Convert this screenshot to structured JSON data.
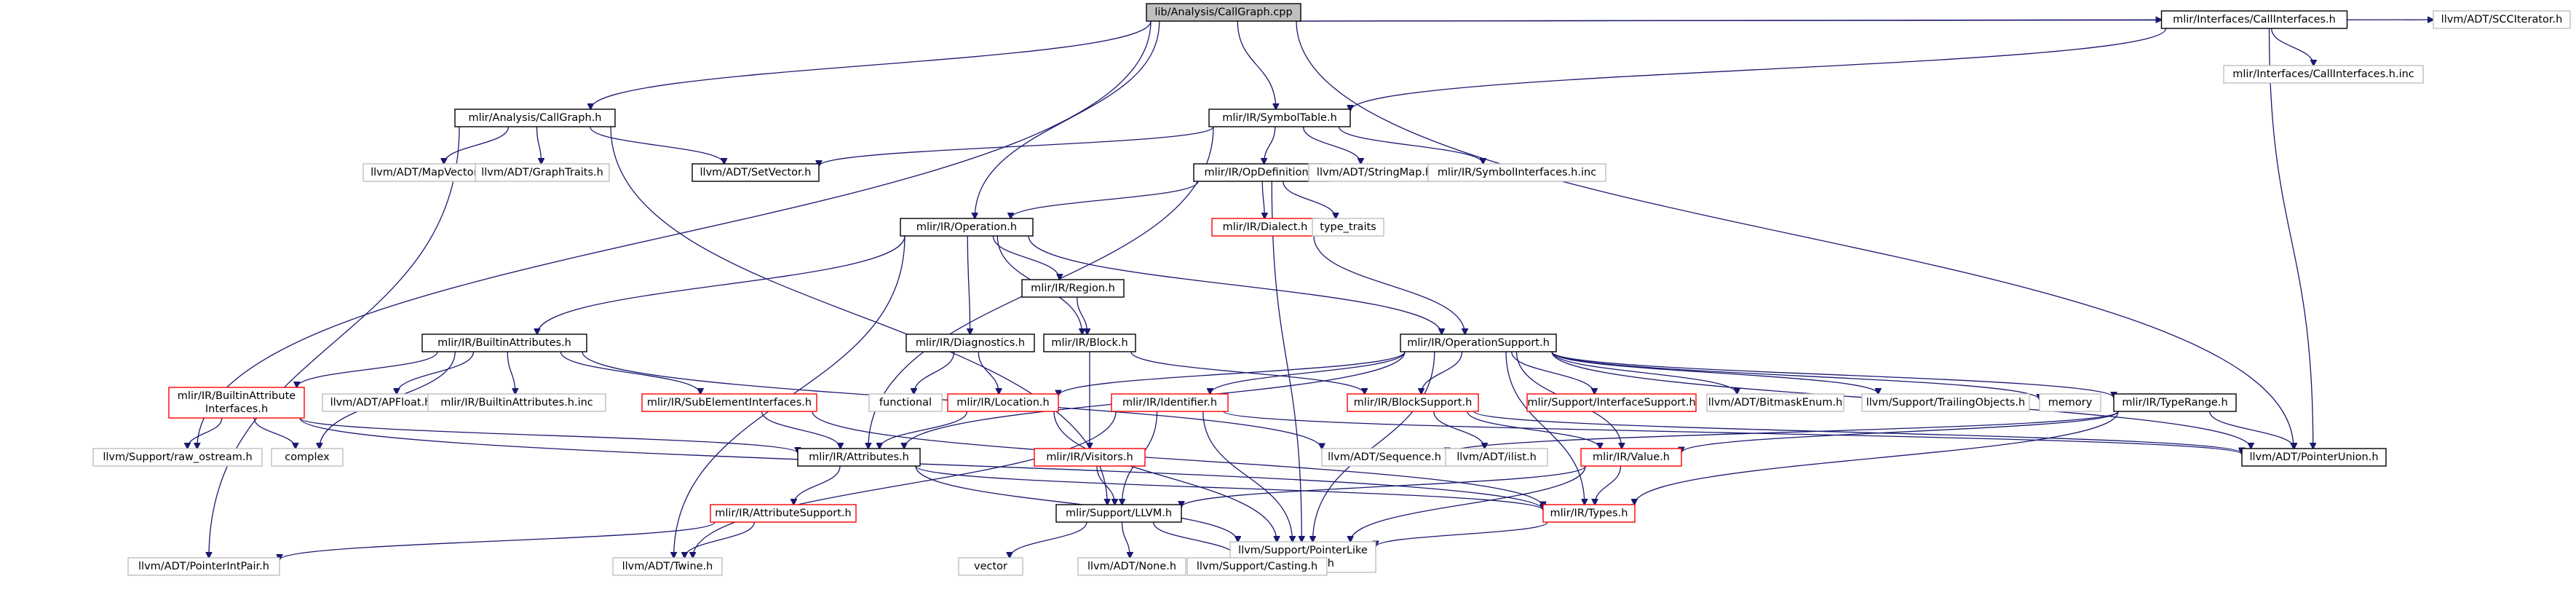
{
  "colors": {
    "edge": "#191970",
    "root_fill": "#bfbfbf",
    "normal_border": "#000000",
    "red_border": "#ff0000",
    "gray_border": "#bfbfbf",
    "gray_text": "#555555"
  },
  "nodes": [
    {
      "id": "root",
      "lines": [
        "lib/Analysis/CallGraph.cpp"
      ],
      "style": "root"
    },
    {
      "id": "analysis_callgraph_h",
      "lines": [
        "mlir/Analysis/CallGraph.h"
      ],
      "style": "normal"
    },
    {
      "id": "raw_ostream",
      "lines": [
        "llvm/Support/raw_ostream.h"
      ],
      "style": "gray"
    },
    {
      "id": "ir_operation_h",
      "lines": [
        "mlir/IR/Operation.h"
      ],
      "style": "normal"
    },
    {
      "id": "ir_symboltable_h",
      "lines": [
        "mlir/IR/SymbolTable.h"
      ],
      "style": "normal"
    },
    {
      "id": "interfaces_callinterfaces_h",
      "lines": [
        "mlir/Interfaces/CallInterfaces.h"
      ],
      "style": "normal"
    },
    {
      "id": "scciterator",
      "lines": [
        "llvm/ADT/SCCIterator.h"
      ],
      "style": "gray"
    },
    {
      "id": "pointerunion",
      "lines": [
        "llvm/ADT/PointerUnion.h"
      ],
      "style": "normal"
    },
    {
      "id": "mapvector",
      "lines": [
        "llvm/ADT/MapVector.h"
      ],
      "style": "gray"
    },
    {
      "id": "graphtraits",
      "lines": [
        "llvm/ADT/GraphTraits.h"
      ],
      "style": "gray"
    },
    {
      "id": "setvector",
      "lines": [
        "llvm/ADT/SetVector.h"
      ],
      "style": "normal"
    },
    {
      "id": "support_llvm_h",
      "lines": [
        "mlir/Support/LLVM.h"
      ],
      "style": "normal"
    },
    {
      "id": "pointerintpair",
      "lines": [
        "llvm/ADT/PointerIntPair.h"
      ],
      "style": "gray"
    },
    {
      "id": "ir_opdefinition_h",
      "lines": [
        "mlir/IR/OpDefinition.h"
      ],
      "style": "normal"
    },
    {
      "id": "stringmap",
      "lines": [
        "llvm/ADT/StringMap.h"
      ],
      "style": "gray"
    },
    {
      "id": "symbolinterfaces_inc",
      "lines": [
        "mlir/IR/SymbolInterfaces.h.inc"
      ],
      "style": "gray"
    },
    {
      "id": "ir_attributes_h",
      "lines": [
        "mlir/IR/Attributes.h"
      ],
      "style": "normal"
    },
    {
      "id": "callinterfaces_inc",
      "lines": [
        "mlir/Interfaces/CallInterfaces.h.inc"
      ],
      "style": "gray"
    },
    {
      "id": "ir_dialect_h",
      "lines": [
        "mlir/IR/Dialect.h"
      ],
      "style": "red"
    },
    {
      "id": "type_traits",
      "lines": [
        "type_traits"
      ],
      "style": "gray"
    },
    {
      "id": "pointerliketypetraits",
      "lines": [
        "llvm/Support/PointerLike",
        "TypeTraits.h"
      ],
      "style": "gray"
    },
    {
      "id": "ir_builtinattributes_h",
      "lines": [
        "mlir/IR/BuiltinAttributes.h"
      ],
      "style": "normal"
    },
    {
      "id": "ir_diagnostics_h",
      "lines": [
        "mlir/IR/Diagnostics.h"
      ],
      "style": "normal"
    },
    {
      "id": "ir_region_h",
      "lines": [
        "mlir/IR/Region.h"
      ],
      "style": "normal"
    },
    {
      "id": "ir_block_h",
      "lines": [
        "mlir/IR/Block.h"
      ],
      "style": "normal"
    },
    {
      "id": "ir_operationsupport_h",
      "lines": [
        "mlir/IR/OperationSupport.h"
      ],
      "style": "normal"
    },
    {
      "id": "twine",
      "lines": [
        "llvm/ADT/Twine.h"
      ],
      "style": "gray"
    },
    {
      "id": "ir_builtinattributeinterfaces_h",
      "lines": [
        "mlir/IR/BuiltinAttribute",
        "Interfaces.h"
      ],
      "style": "red"
    },
    {
      "id": "apfloat",
      "lines": [
        "llvm/ADT/APFloat.h"
      ],
      "style": "gray"
    },
    {
      "id": "builtinattributes_inc",
      "lines": [
        "mlir/IR/BuiltinAttributes.h.inc"
      ],
      "style": "gray"
    },
    {
      "id": "ir_subelementinterfaces_h",
      "lines": [
        "mlir/IR/SubElementInterfaces.h"
      ],
      "style": "red"
    },
    {
      "id": "complex",
      "lines": [
        "complex"
      ],
      "style": "gray"
    },
    {
      "id": "functional",
      "lines": [
        "functional"
      ],
      "style": "gray"
    },
    {
      "id": "ir_location_h",
      "lines": [
        "mlir/IR/Location.h"
      ],
      "style": "red"
    },
    {
      "id": "ir_visitors_h",
      "lines": [
        "mlir/IR/Visitors.h"
      ],
      "style": "red"
    },
    {
      "id": "ir_identifier_h",
      "lines": [
        "mlir/IR/Identifier.h"
      ],
      "style": "red"
    },
    {
      "id": "ir_blocksupport_h",
      "lines": [
        "mlir/IR/BlockSupport.h"
      ],
      "style": "red"
    },
    {
      "id": "interfacesupport_h",
      "lines": [
        "mlir/Support/InterfaceSupport.h"
      ],
      "style": "red"
    },
    {
      "id": "bitmaskenum",
      "lines": [
        "llvm/ADT/BitmaskEnum.h"
      ],
      "style": "gray"
    },
    {
      "id": "trailingobjects",
      "lines": [
        "llvm/Support/TrailingObjects.h"
      ],
      "style": "gray"
    },
    {
      "id": "memory",
      "lines": [
        "memory"
      ],
      "style": "gray"
    },
    {
      "id": "ir_typerange_h",
      "lines": [
        "mlir/IR/TypeRange.h"
      ],
      "style": "normal"
    },
    {
      "id": "ir_attributesupport_h",
      "lines": [
        "mlir/IR/AttributeSupport.h"
      ],
      "style": "red"
    },
    {
      "id": "sequence",
      "lines": [
        "llvm/ADT/Sequence.h"
      ],
      "style": "gray"
    },
    {
      "id": "ilist",
      "lines": [
        "llvm/ADT/ilist.h"
      ],
      "style": "gray"
    },
    {
      "id": "ir_value_h",
      "lines": [
        "mlir/IR/Value.h"
      ],
      "style": "red"
    },
    {
      "id": "ir_types_h",
      "lines": [
        "mlir/IR/Types.h"
      ],
      "style": "red"
    },
    {
      "id": "vector",
      "lines": [
        "vector"
      ],
      "style": "gray"
    },
    {
      "id": "none_h",
      "lines": [
        "llvm/ADT/None.h"
      ],
      "style": "gray"
    },
    {
      "id": "casting_h",
      "lines": [
        "llvm/Support/Casting.h"
      ],
      "style": "gray"
    }
  ],
  "edges": [
    [
      "root",
      "analysis_callgraph_h"
    ],
    [
      "root",
      "raw_ostream"
    ],
    [
      "root",
      "ir_operation_h"
    ],
    [
      "root",
      "ir_symboltable_h"
    ],
    [
      "root",
      "interfaces_callinterfaces_h"
    ],
    [
      "root",
      "scciterator"
    ],
    [
      "root",
      "pointerunion"
    ],
    [
      "analysis_callgraph_h",
      "mapvector"
    ],
    [
      "analysis_callgraph_h",
      "graphtraits"
    ],
    [
      "analysis_callgraph_h",
      "setvector"
    ],
    [
      "analysis_callgraph_h",
      "support_llvm_h"
    ],
    [
      "analysis_callgraph_h",
      "pointerintpair"
    ],
    [
      "ir_symboltable_h",
      "setvector"
    ],
    [
      "ir_symboltable_h",
      "ir_opdefinition_h"
    ],
    [
      "ir_symboltable_h",
      "stringmap"
    ],
    [
      "ir_symboltable_h",
      "symbolinterfaces_inc"
    ],
    [
      "ir_symboltable_h",
      "ir_attributes_h"
    ],
    [
      "interfaces_callinterfaces_h",
      "ir_symboltable_h"
    ],
    [
      "interfaces_callinterfaces_h",
      "callinterfaces_inc"
    ],
    [
      "interfaces_callinterfaces_h",
      "pointerunion"
    ],
    [
      "ir_opdefinition_h",
      "ir_operation_h"
    ],
    [
      "ir_opdefinition_h",
      "ir_dialect_h"
    ],
    [
      "ir_opdefinition_h",
      "type_traits"
    ],
    [
      "ir_opdefinition_h",
      "pointerliketypetraits"
    ],
    [
      "ir_dialect_h",
      "ir_operationsupport_h"
    ],
    [
      "ir_operation_h",
      "ir_builtinattributes_h"
    ],
    [
      "ir_operation_h",
      "ir_diagnostics_h"
    ],
    [
      "ir_operation_h",
      "ir_region_h"
    ],
    [
      "ir_operation_h",
      "ir_block_h"
    ],
    [
      "ir_operation_h",
      "ir_operationsupport_h"
    ],
    [
      "ir_operation_h",
      "twine"
    ],
    [
      "ir_region_h",
      "ir_block_h"
    ],
    [
      "ir_block_h",
      "ir_blocksupport_h"
    ],
    [
      "ir_block_h",
      "ir_visitors_h"
    ],
    [
      "ir_builtinattributes_h",
      "ir_builtinattributeinterfaces_h"
    ],
    [
      "ir_builtinattributes_h",
      "apfloat"
    ],
    [
      "ir_builtinattributes_h",
      "builtinattributes_inc"
    ],
    [
      "ir_builtinattributes_h",
      "ir_subelementinterfaces_h"
    ],
    [
      "ir_builtinattributes_h",
      "complex"
    ],
    [
      "ir_builtinattributes_h",
      "sequence"
    ],
    [
      "ir_builtinattributeinterfaces_h",
      "raw_ostream"
    ],
    [
      "ir_builtinattributeinterfaces_h",
      "complex"
    ],
    [
      "ir_builtinattributeinterfaces_h",
      "ir_attributes_h"
    ],
    [
      "ir_builtinattributeinterfaces_h",
      "ir_types_h"
    ],
    [
      "ir_subelementinterfaces_h",
      "ir_attributes_h"
    ],
    [
      "ir_subelementinterfaces_h",
      "ir_types_h"
    ],
    [
      "ir_diagnostics_h",
      "functional"
    ],
    [
      "ir_diagnostics_h",
      "ir_location_h"
    ],
    [
      "ir_location_h",
      "ir_attributes_h"
    ],
    [
      "ir_location_h",
      "pointerliketypetraits"
    ],
    [
      "ir_operationsupport_h",
      "ir_location_h"
    ],
    [
      "ir_operationsupport_h",
      "ir_identifier_h"
    ],
    [
      "ir_operationsupport_h",
      "ir_blocksupport_h"
    ],
    [
      "ir_operationsupport_h",
      "interfacesupport_h"
    ],
    [
      "ir_operationsupport_h",
      "bitmaskenum"
    ],
    [
      "ir_operationsupport_h",
      "trailingobjects"
    ],
    [
      "ir_operationsupport_h",
      "memory"
    ],
    [
      "ir_operationsupport_h",
      "ir_typerange_h"
    ],
    [
      "ir_operationsupport_h",
      "pointerunion"
    ],
    [
      "ir_operationsupport_h",
      "ir_value_h"
    ],
    [
      "ir_operationsupport_h",
      "ir_types_h"
    ],
    [
      "ir_operationsupport_h",
      "pointerliketypetraits"
    ],
    [
      "ir_operationsupport_h",
      "ir_attributes_h"
    ],
    [
      "ir_identifier_h",
      "support_llvm_h"
    ],
    [
      "ir_identifier_h",
      "twine"
    ],
    [
      "ir_identifier_h",
      "pointerliketypetraits"
    ],
    [
      "ir_identifier_h",
      "pointerunion"
    ],
    [
      "ir_blocksupport_h",
      "ir_value_h"
    ],
    [
      "ir_blocksupport_h",
      "ilist"
    ],
    [
      "ir_blocksupport_h",
      "pointerunion"
    ],
    [
      "ir_typerange_h",
      "sequence"
    ],
    [
      "ir_typerange_h",
      "ir_value_h"
    ],
    [
      "ir_typerange_h",
      "pointerunion"
    ],
    [
      "ir_typerange_h",
      "ir_types_h"
    ],
    [
      "ir_visitors_h",
      "support_llvm_h"
    ],
    [
      "ir_attributes_h",
      "ir_attributesupport_h"
    ],
    [
      "ir_attributes_h",
      "pointerliketypetraits"
    ],
    [
      "ir_attributes_h",
      "ir_types_h"
    ],
    [
      "ir_attributesupport_h",
      "pointerintpair"
    ],
    [
      "ir_attributesupport_h",
      "twine"
    ],
    [
      "ir_value_h",
      "support_llvm_h"
    ],
    [
      "ir_value_h",
      "ir_types_h"
    ],
    [
      "ir_value_h",
      "pointerliketypetraits"
    ],
    [
      "ir_types_h",
      "pointerliketypetraits"
    ],
    [
      "support_llvm_h",
      "vector"
    ],
    [
      "support_llvm_h",
      "none_h"
    ],
    [
      "support_llvm_h",
      "casting_h"
    ]
  ]
}
